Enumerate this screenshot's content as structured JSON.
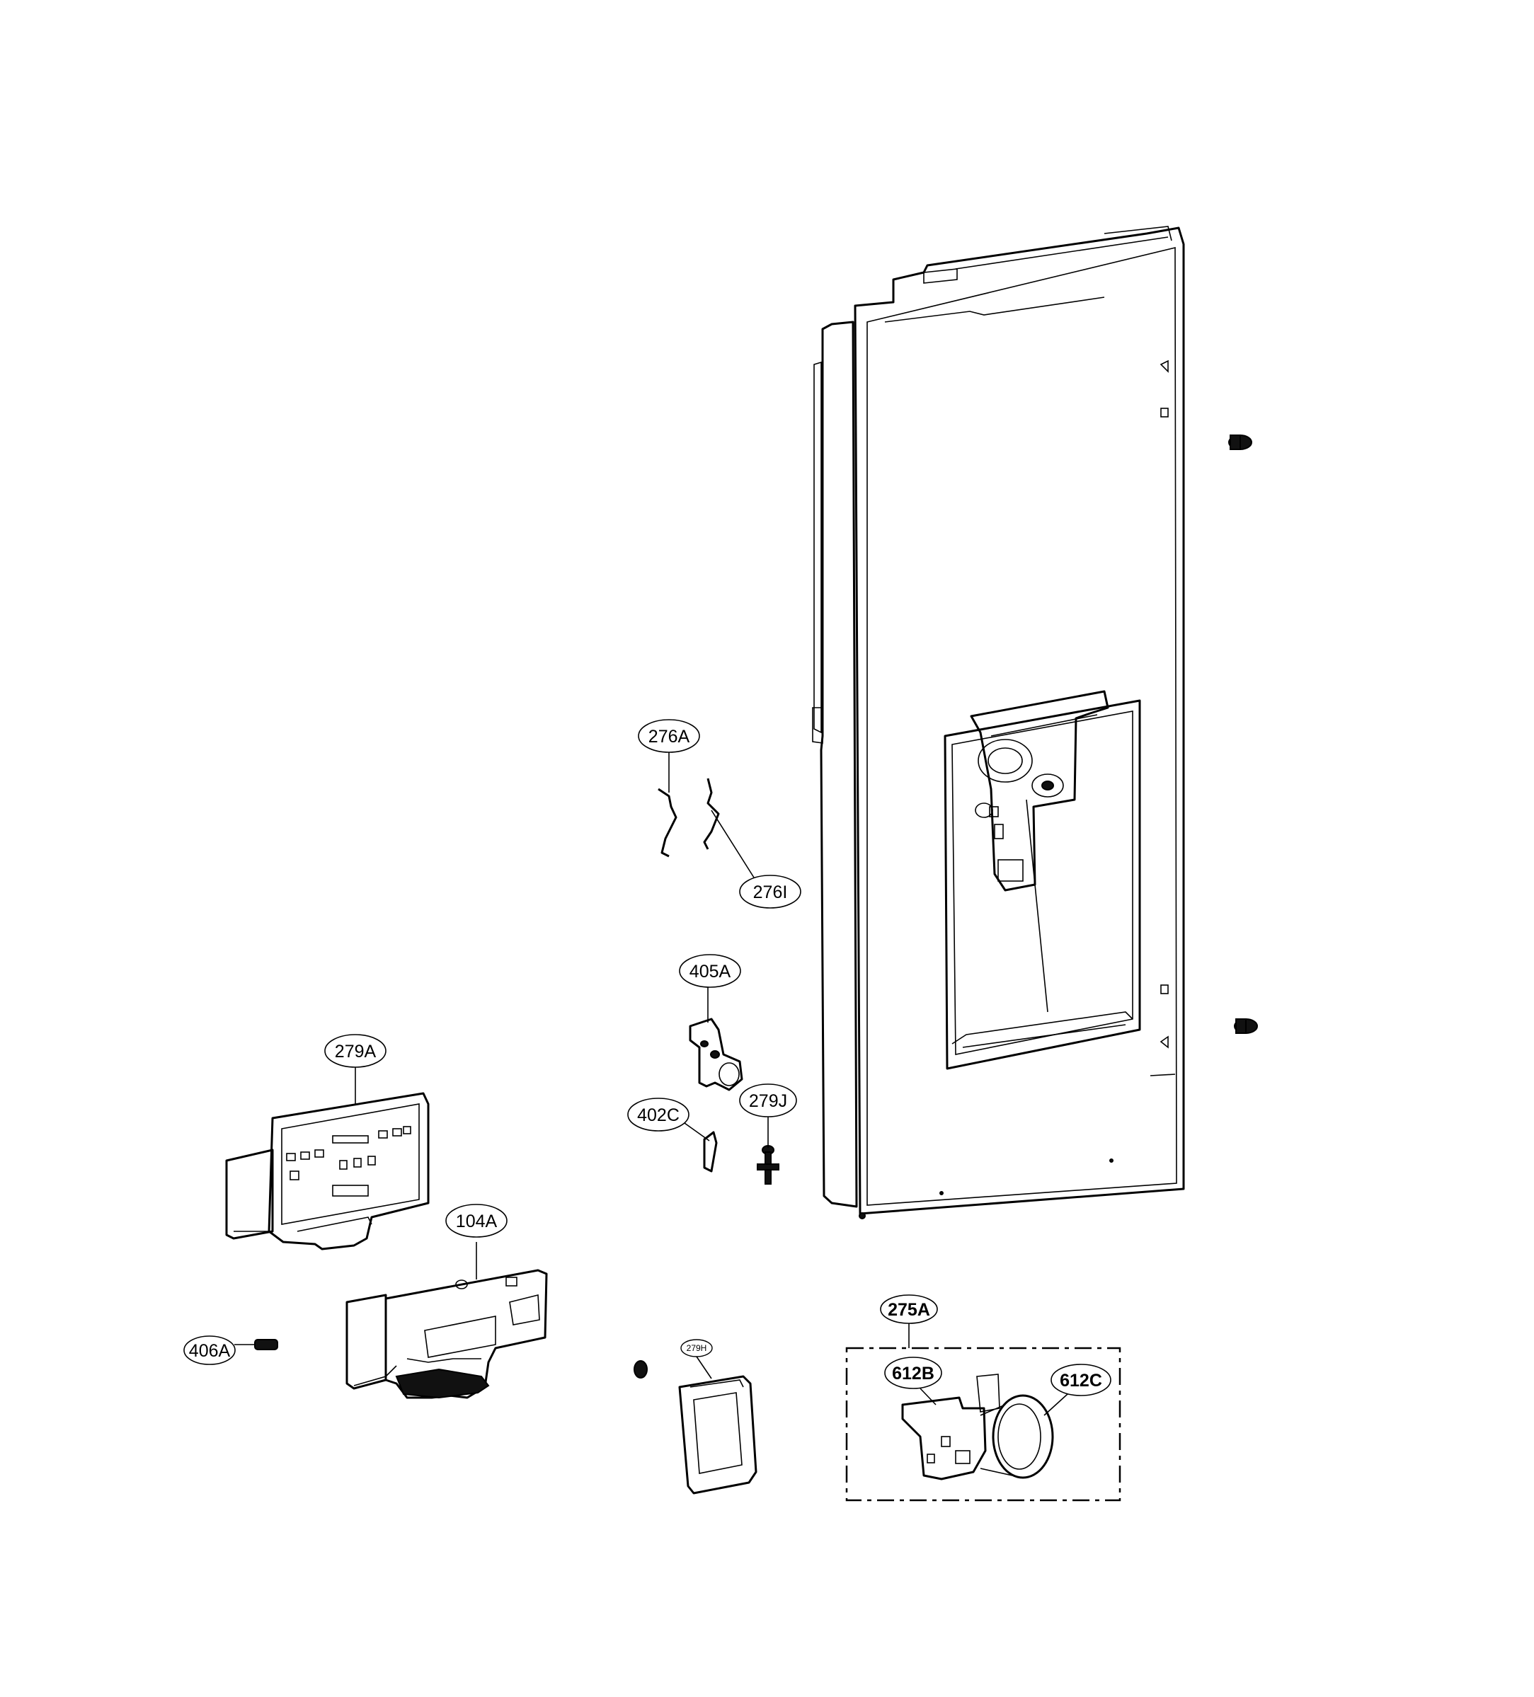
{
  "callouts": {
    "p276A": "276A",
    "p276I": "276I",
    "p405A": "405A",
    "p402C": "402C",
    "p279J": "279J",
    "p279A": "279A",
    "p104A": "104A",
    "p406A": "406A",
    "p279H": "279H",
    "p275A": "275A",
    "p612B": "612B",
    "p612C": "612C"
  }
}
